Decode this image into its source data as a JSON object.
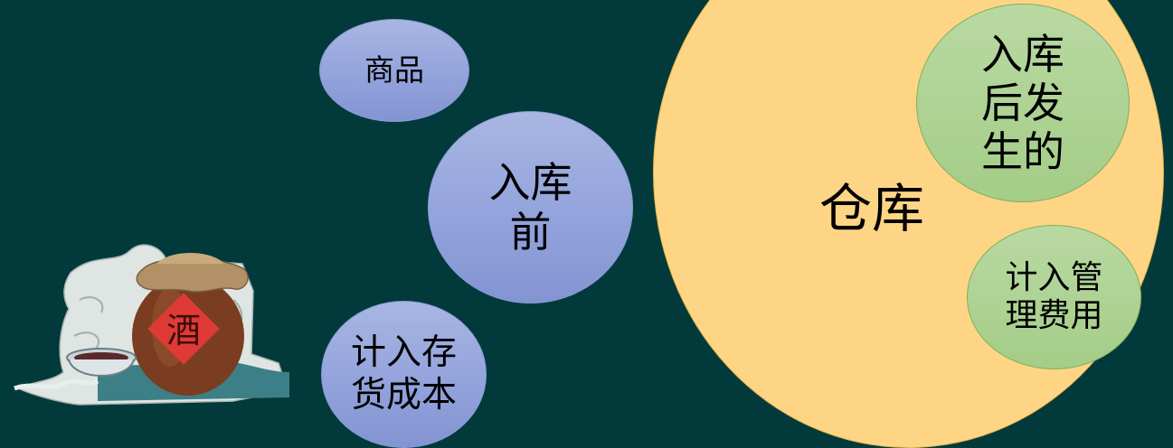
{
  "bubbles": {
    "goods": "商品",
    "before_storage": "入库\n前",
    "inventory_cost": "计入存\n货成本",
    "warehouse": "仓库",
    "after_storage": "入库\n后发\n生的",
    "admin_expense": "计入管\n理费用"
  },
  "illustration": {
    "jar_label": "酒"
  },
  "colors": {
    "background": "#023a3b",
    "blue_bubble": "#93a3dc",
    "green_bubble": "#a4cd87",
    "warehouse_fill": "#fed584",
    "jar_label_red": "#e03a36"
  }
}
